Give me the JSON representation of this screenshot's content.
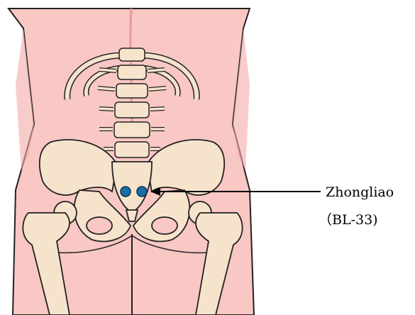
{
  "annotation": {
    "point_name": "Zhongliao",
    "point_code": "（BL-33)"
  },
  "colors": {
    "skin": "#f9c7c4",
    "skin_shadow": "#f3aaa8",
    "outline": "#222222",
    "bone": "#f6e3cc",
    "bone_shade": "#ead0b0",
    "marker": "#1a6ea6",
    "arrow": "#000000"
  },
  "icons": {
    "marker": "acupoint-dot",
    "pointer": "arrow-left"
  }
}
